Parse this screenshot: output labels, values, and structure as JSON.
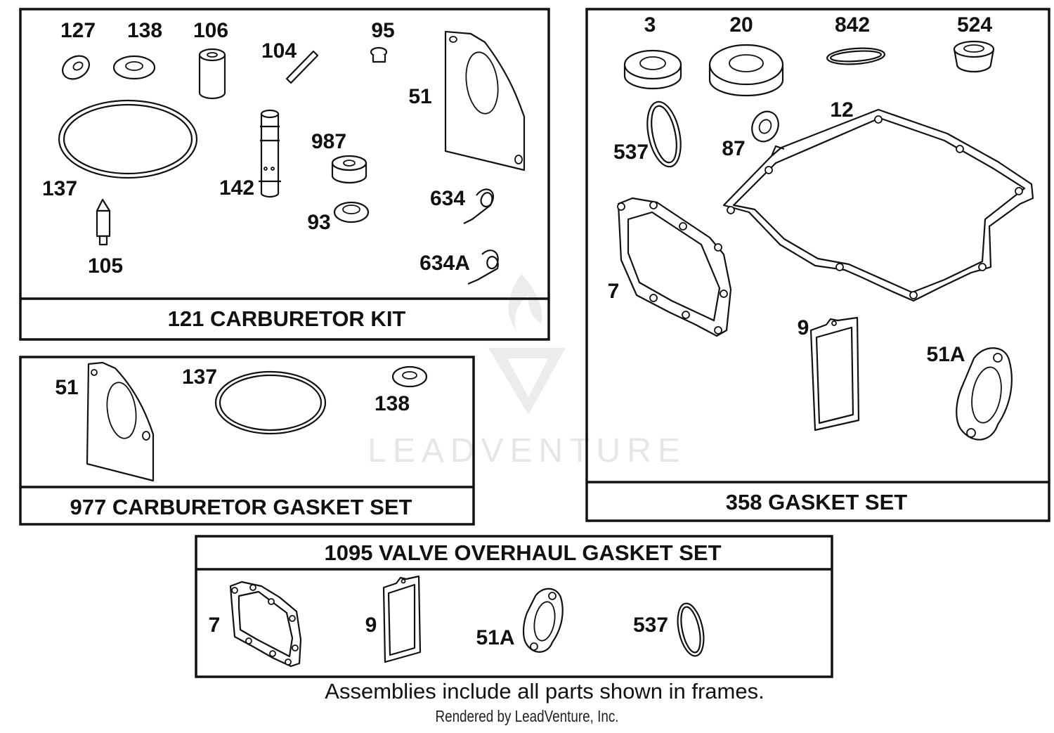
{
  "kits": [
    {
      "title": "121 CARBURETOR KIT",
      "parts": [
        {
          "id": "p127",
          "label": "127",
          "icon": "washer-icon"
        },
        {
          "id": "p138",
          "label": "138",
          "icon": "washer-icon"
        },
        {
          "id": "p106",
          "label": "106",
          "icon": "bushing-icon"
        },
        {
          "id": "p104",
          "label": "104",
          "icon": "pin-icon"
        },
        {
          "id": "p95",
          "label": "95",
          "icon": "screw-icon"
        },
        {
          "id": "p51",
          "label": "51",
          "icon": "gasket-plate-icon"
        },
        {
          "id": "p137",
          "label": "137",
          "icon": "o-ring-icon"
        },
        {
          "id": "p142",
          "label": "142",
          "icon": "emulsion-tube-icon"
        },
        {
          "id": "p987",
          "label": "987",
          "icon": "bushing-icon"
        },
        {
          "id": "p634",
          "label": "634",
          "icon": "spring-icon"
        },
        {
          "id": "p93",
          "label": "93",
          "icon": "seal-icon"
        },
        {
          "id": "p105",
          "label": "105",
          "icon": "needle-valve-icon"
        },
        {
          "id": "p634A",
          "label": "634A",
          "icon": "spring-icon"
        }
      ]
    },
    {
      "title": "977 CARBURETOR GASKET SET",
      "parts": [
        {
          "id": "p51",
          "label": "51",
          "icon": "gasket-plate-icon"
        },
        {
          "id": "p137",
          "label": "137",
          "icon": "o-ring-icon"
        },
        {
          "id": "p138",
          "label": "138",
          "icon": "washer-icon"
        }
      ]
    },
    {
      "title": "358 GASKET SET",
      "parts": [
        {
          "id": "p3",
          "label": "3",
          "icon": "oil-seal-icon"
        },
        {
          "id": "p20",
          "label": "20",
          "icon": "oil-seal-icon"
        },
        {
          "id": "p842",
          "label": "842",
          "icon": "o-ring-icon"
        },
        {
          "id": "p524",
          "label": "524",
          "icon": "grommet-icon"
        },
        {
          "id": "p12",
          "label": "12",
          "icon": "crankcase-gasket-icon"
        },
        {
          "id": "p537",
          "label": "537",
          "icon": "o-ring-icon"
        },
        {
          "id": "p87",
          "label": "87",
          "icon": "washer-icon"
        },
        {
          "id": "p7",
          "label": "7",
          "icon": "cylinder-head-gasket-icon"
        },
        {
          "id": "p9",
          "label": "9",
          "icon": "rectangular-gasket-icon"
        },
        {
          "id": "p51A",
          "label": "51A",
          "icon": "intake-gasket-icon"
        }
      ]
    },
    {
      "title": "1095 VALVE OVERHAUL GASKET SET",
      "parts": [
        {
          "id": "p7",
          "label": "7",
          "icon": "cylinder-head-gasket-icon"
        },
        {
          "id": "p9",
          "label": "9",
          "icon": "rectangular-gasket-icon"
        },
        {
          "id": "p51A",
          "label": "51A",
          "icon": "intake-gasket-icon"
        },
        {
          "id": "p537",
          "label": "537",
          "icon": "o-ring-icon"
        }
      ]
    }
  ],
  "footnote": "Assemblies include all parts shown in frames.",
  "credit": "Rendered by LeadVenture, Inc.",
  "watermark": "LEADVENTURE"
}
